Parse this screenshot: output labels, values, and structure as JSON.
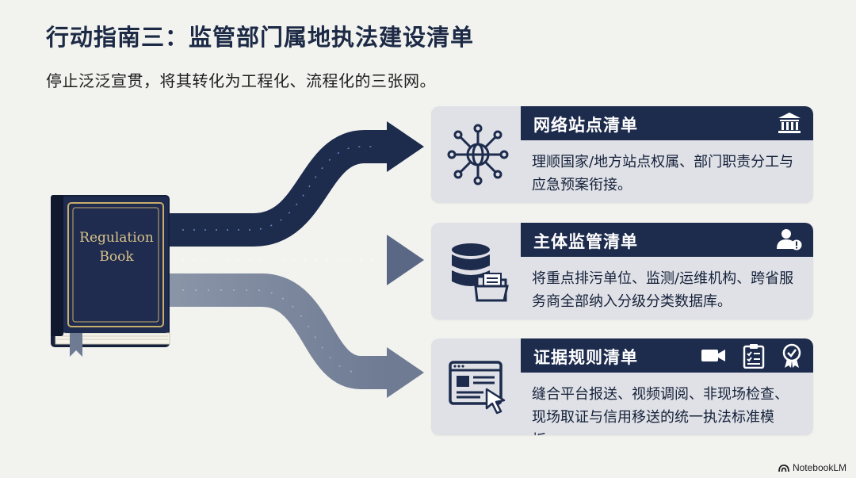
{
  "title": "行动指南三：监管部门属地执法建设清单",
  "subtitle": "停止泛泛宣贯，将其转化为工程化、流程化的三张网。",
  "book": {
    "title": "Regulation Book",
    "icon": "book-icon"
  },
  "cards": [
    {
      "title": "网络站点清单",
      "text": "理顺国家/地方站点权属、部门职责分工与应急预案衔接。",
      "icon": "network-globe-icon",
      "header_icons": [
        "institution-building-icon"
      ]
    },
    {
      "title": "主体监管清单",
      "text": "将重点排污单位、监测/运维机构、跨省服务商全部纳入分级分类数据库。",
      "icon": "database-folder-icon",
      "header_icons": [
        "user-alert-icon"
      ]
    },
    {
      "title": "证据规则清单",
      "text": "缝合平台报送、视频调阅、非现场检查、现场取证与信用移送的统一执法标准模板。",
      "icon": "browser-pointer-icon",
      "header_icons": [
        "video-camera-icon",
        "checklist-icon",
        "certificate-badge-icon"
      ]
    }
  ],
  "brand": {
    "label": "NotebookLM",
    "icon": "notebooklm-logo-icon"
  },
  "colors": {
    "navy": "#1d2b4d",
    "card_bg": "#dfe1e6",
    "page_bg": "#f2f2ef",
    "book_gold": "#c9ad6a"
  }
}
